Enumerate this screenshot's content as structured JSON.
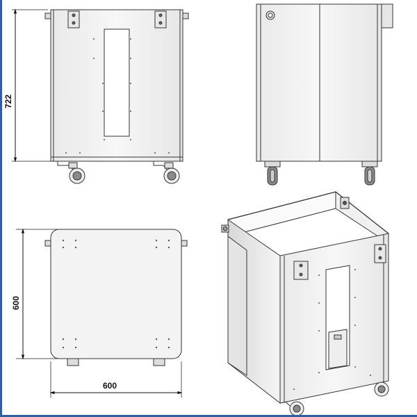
{
  "dimensions": {
    "height_label": "722",
    "depth_label": "600",
    "width_label": "600"
  },
  "views": {
    "front": "front-view",
    "side": "side-view",
    "top": "top-view",
    "isometric": "isometric-view"
  },
  "colors": {
    "line": "#333333",
    "panel": "#f4f4f4",
    "frame_accent": "#2f5f9e",
    "wheel": "#8a8a8a"
  }
}
